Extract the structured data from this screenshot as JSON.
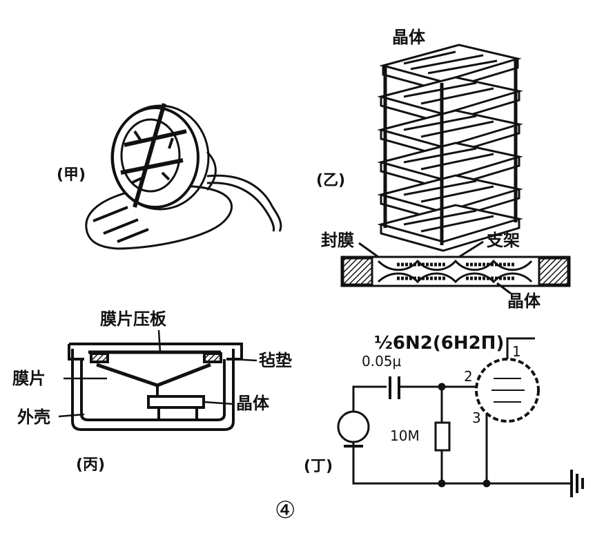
{
  "panels": {
    "jia": {
      "label": "(甲)"
    },
    "yi": {
      "label": "(乙)",
      "crystal_top": "晶体",
      "seal_film": "封膜",
      "bracket": "支架",
      "crystal_bottom": "晶体"
    },
    "bing": {
      "label": "(丙)",
      "diaphragm_plate": "膜片压板",
      "diaphragm": "膜片",
      "shell": "外壳",
      "gasket": "毡垫",
      "crystal": "晶体"
    },
    "ding": {
      "label": "(丁)",
      "tube": "½6N2(6H2П)",
      "capacitor": "0.05μ",
      "resistor": "10M",
      "pin1": "1",
      "pin2": "2",
      "pin3": "3"
    }
  },
  "figure_number": "④"
}
